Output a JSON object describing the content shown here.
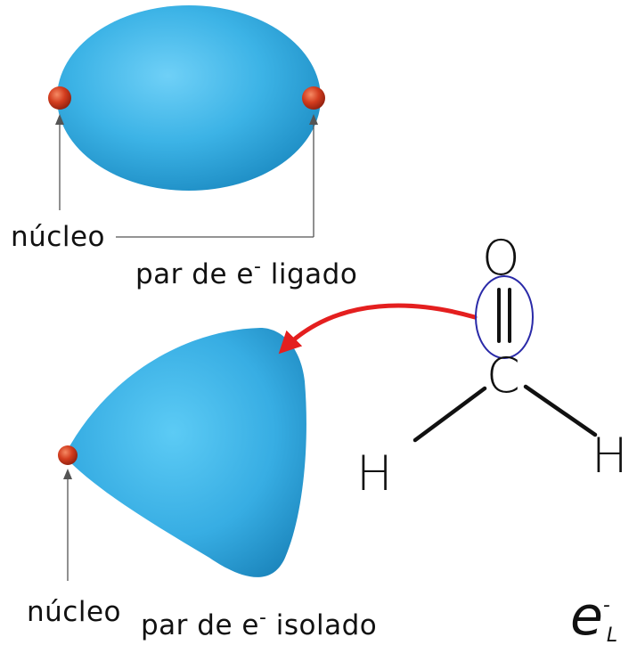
{
  "diagram": {
    "bonded": {
      "nucleus_label": "núcleo",
      "pair_label_pre": "par de e",
      "pair_label_sup": "-",
      "pair_label_post": " ligado"
    },
    "lone": {
      "nucleus_label": "núcleo",
      "pair_label_pre": "par de e",
      "pair_label_sup": "-",
      "pair_label_post": " isolado"
    },
    "molecule": {
      "atom_top": "O",
      "atom_center": "C",
      "atom_left": "H",
      "atom_right": "H"
    },
    "footer": {
      "symbol": "e",
      "symbol_sup": "-",
      "symbol_sub": "L"
    },
    "colors": {
      "orbital": "#2aa6dc",
      "nucleus": "#c8341c",
      "arrow": "#e41f1f",
      "highlight": "#2a2aa8",
      "ink": "#111111"
    }
  }
}
